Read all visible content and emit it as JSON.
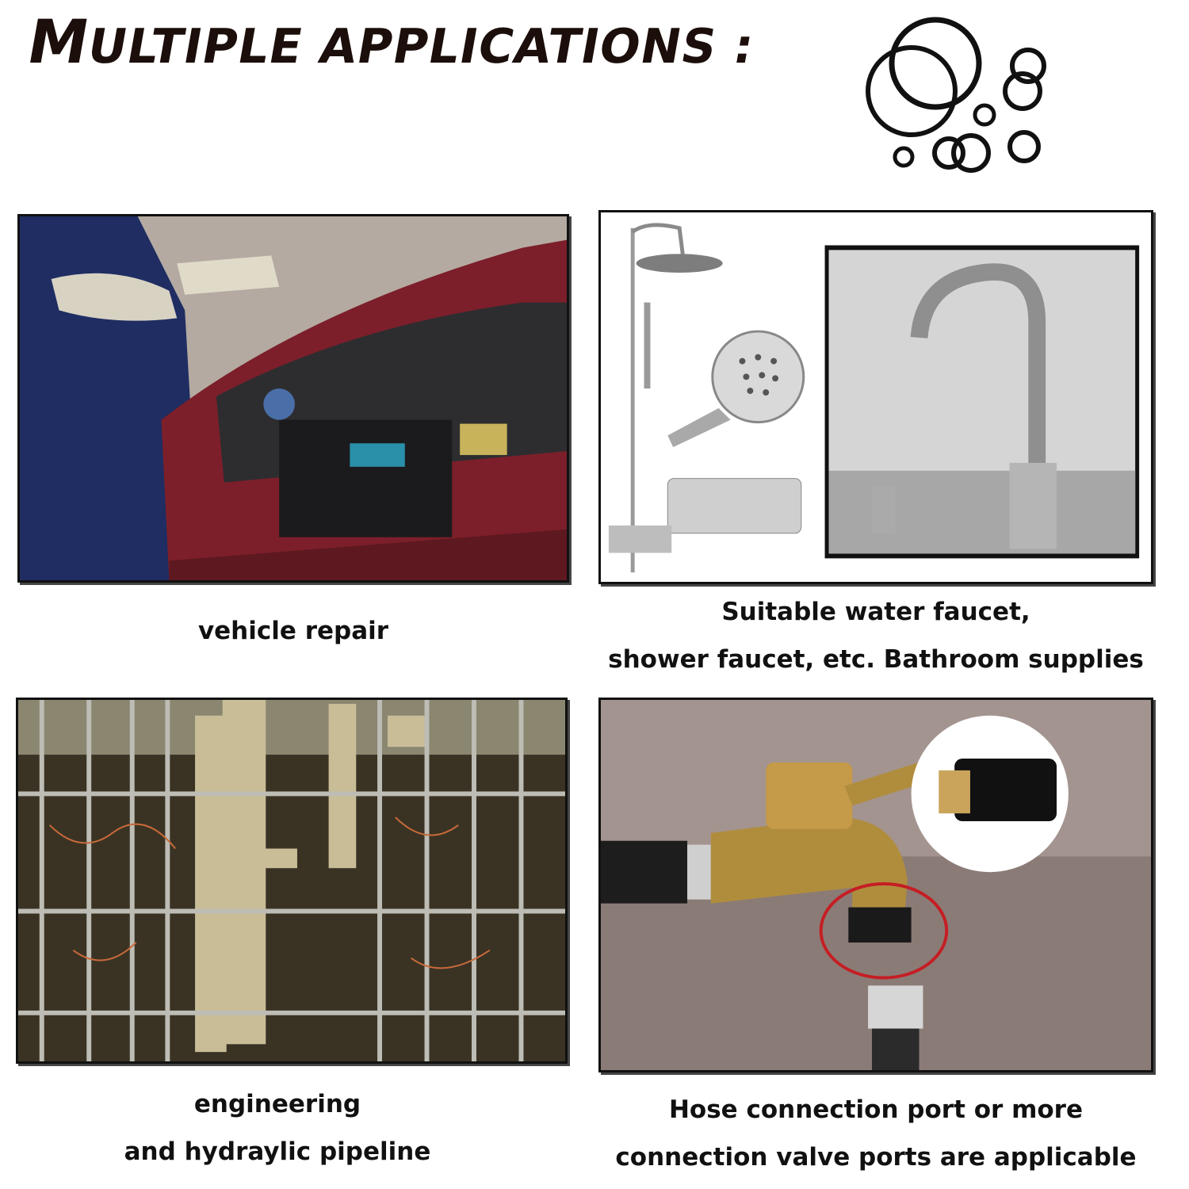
{
  "title": {
    "first_letter": "M",
    "rest": "ULTIPLE APPLICATIONS :"
  },
  "panels": [
    {
      "caption_lines": [
        "vehicle repair"
      ]
    },
    {
      "caption_lines": [
        "Suitable water faucet,",
        "shower faucet, etc. Bathroom supplies"
      ]
    },
    {
      "caption_lines": [
        "engineering",
        "and hydraylic pipeline"
      ]
    },
    {
      "caption_lines": [
        "Hose connection port or more",
        "connection valve ports are applicable"
      ]
    }
  ]
}
